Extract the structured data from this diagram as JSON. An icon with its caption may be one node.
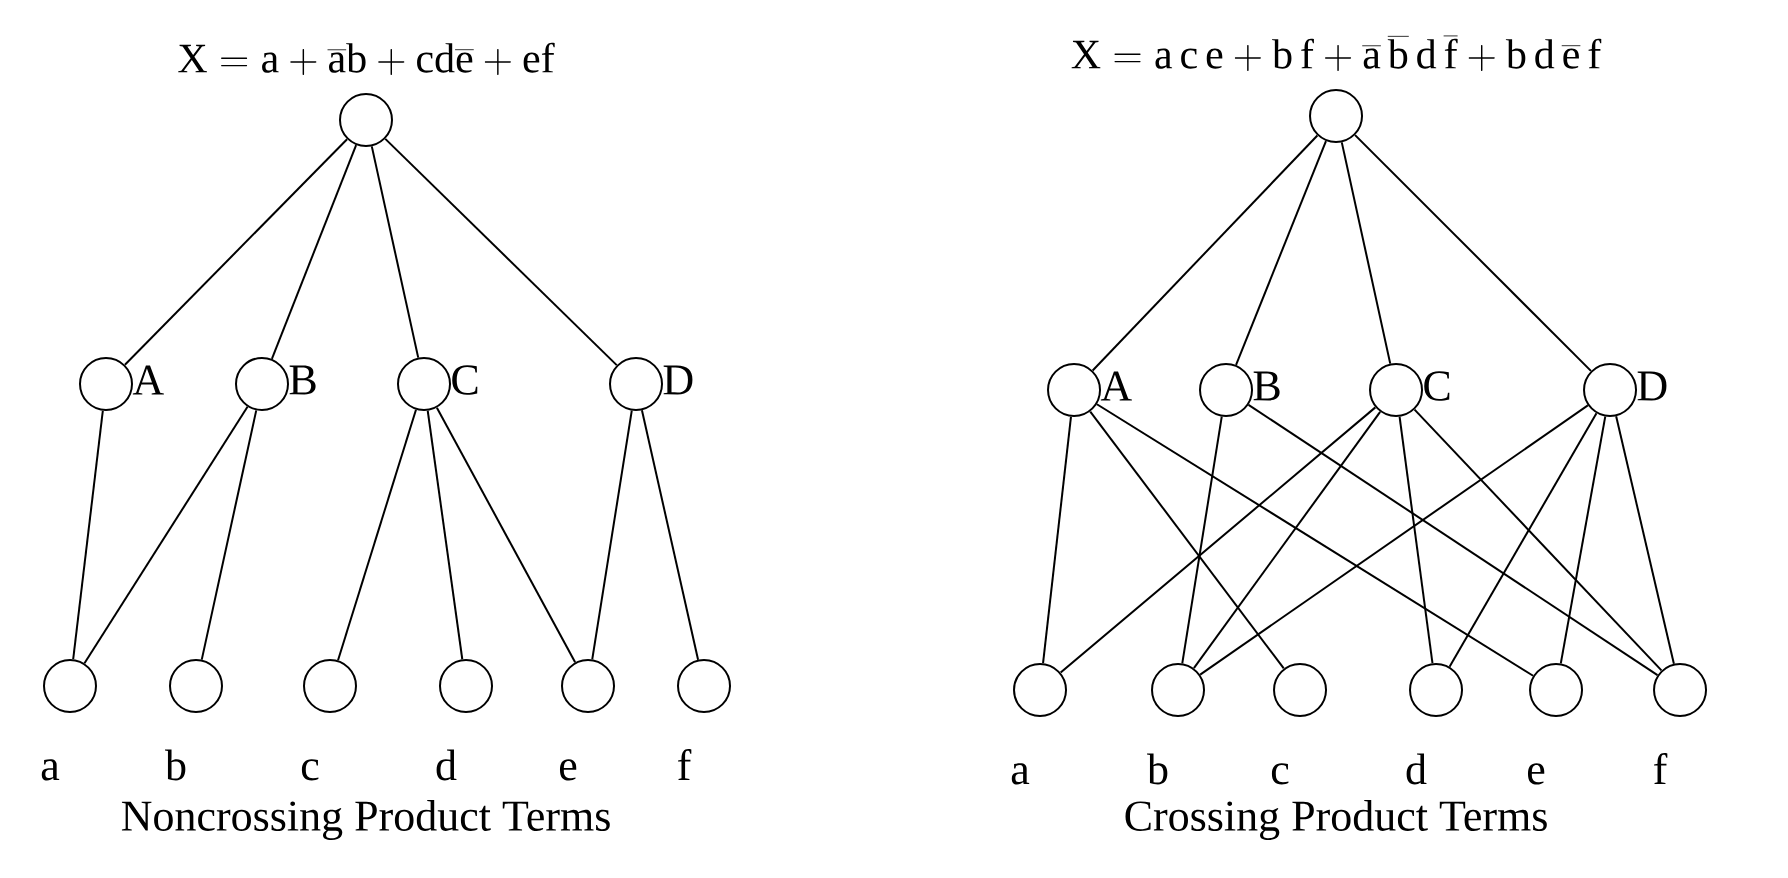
{
  "diagram": {
    "nodes": [
      {
        "text": [],
        "shape": "circle",
        "beside": [
          "\\mathrm{X = a + \\overline{a}b + cd\\overline{e} + ef}"
        ]
      },
      {
        "text": [],
        "shape": "circle",
        "beside": [
          "A"
        ]
      },
      {
        "text": [],
        "shape": "circle",
        "beside": [
          "B"
        ]
      },
      {
        "text": [],
        "shape": "circle",
        "beside": [
          "C"
        ]
      },
      {
        "text": [],
        "shape": "circle",
        "beside": [
          "D"
        ]
      },
      {
        "text": [],
        "shape": "circle",
        "beside": [
          "a"
        ]
      },
      {
        "text": [],
        "shape": "circle",
        "beside": [
          "b"
        ]
      },
      {
        "text": [],
        "shape": "circle",
        "beside": [
          "c"
        ]
      },
      {
        "text": [],
        "shape": "circle",
        "beside": [
          "d"
        ]
      },
      {
        "text": [],
        "shape": "circle",
        "beside": [
          "e"
        ]
      },
      {
        "text": [],
        "shape": "circle",
        "beside": [
          "f"
        ]
      },
      {
        "text": [],
        "shape": "circle",
        "beside": [
          "\\mathrm{X = a\\,c\\,e + b\\,f + \\overline{a}\\,\\overline{b}\\,d\\,\\overline{f} + b\\,d\\,\\overline{e}\\,f}"
        ]
      },
      {
        "text": [],
        "shape": "circle",
        "beside": [
          "A"
        ]
      },
      {
        "text": [],
        "shape": "circle",
        "beside": [
          "B"
        ]
      },
      {
        "text": [],
        "shape": "circle",
        "beside": [
          "C"
        ]
      },
      {
        "text": [],
        "shape": "circle",
        "beside": [
          "D"
        ]
      },
      {
        "text": [],
        "shape": "circle",
        "beside": [
          "a"
        ]
      },
      {
        "text": [],
        "shape": "circle",
        "beside": [
          "b"
        ]
      },
      {
        "text": [],
        "shape": "circle",
        "beside": [
          "c"
        ]
      },
      {
        "text": [],
        "shape": "circle",
        "beside": [
          "d"
        ]
      },
      {
        "text": [],
        "shape": "circle",
        "beside": [
          "e"
        ]
      },
      {
        "text": [],
        "shape": "circle",
        "beside": [
          "f"
        ]
      }
    ],
    "edges": [
      {
        "from": 0,
        "to": 1,
        "arrow": "none"
      },
      {
        "from": 0,
        "to": 2,
        "arrow": "none"
      },
      {
        "from": 0,
        "to": 3,
        "arrow": "none"
      },
      {
        "from": 0,
        "to": 4,
        "arrow": "none"
      },
      {
        "from": 1,
        "to": 5,
        "arrow": "none"
      },
      {
        "from": 2,
        "to": 5,
        "arrow": "none"
      },
      {
        "from": 2,
        "to": 6,
        "arrow": "none"
      },
      {
        "from": 3,
        "to": 7,
        "arrow": "none"
      },
      {
        "from": 3,
        "to": 8,
        "arrow": "none"
      },
      {
        "from": 3,
        "to": 9,
        "arrow": "none"
      },
      {
        "from": 4,
        "to": 9,
        "arrow": "none"
      },
      {
        "from": 4,
        "to": 10,
        "arrow": "none"
      },
      {
        "from": 11,
        "to": 12,
        "arrow": "none"
      },
      {
        "from": 11,
        "to": 13,
        "arrow": "none"
      },
      {
        "from": 11,
        "to": 14,
        "arrow": "none"
      },
      {
        "from": 11,
        "to": 15,
        "arrow": "none"
      },
      {
        "from": 12,
        "to": 16,
        "arrow": "none"
      },
      {
        "from": 12,
        "to": 18,
        "arrow": "none"
      },
      {
        "from": 12,
        "to": 20,
        "arrow": "none"
      },
      {
        "from": 13,
        "to": 17,
        "arrow": "none"
      },
      {
        "from": 13,
        "to": 21,
        "arrow": "none"
      },
      {
        "from": 14,
        "to": 16,
        "arrow": "none"
      },
      {
        "from": 14,
        "to": 17,
        "arrow": "none"
      },
      {
        "from": 14,
        "to": 19,
        "arrow": "none"
      },
      {
        "from": 14,
        "to": 21,
        "arrow": "none"
      },
      {
        "from": 15,
        "to": 17,
        "arrow": "none"
      },
      {
        "from": 15,
        "to": 19,
        "arrow": "none"
      },
      {
        "from": 15,
        "to": 20,
        "arrow": "none"
      },
      {
        "from": 15,
        "to": 21,
        "arrow": "none"
      }
    ],
    "labels": [
      "Noncrossing Product Terms",
      "Crossing  Product Terms"
    ]
  }
}
